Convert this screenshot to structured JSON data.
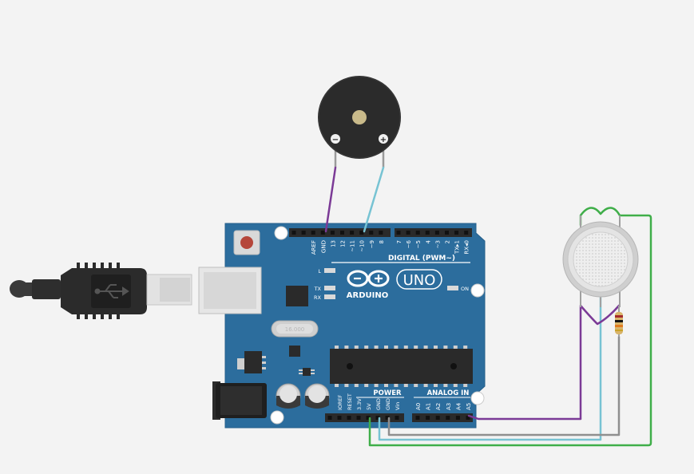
{
  "board": {
    "brand": "ARDUINO",
    "model": "UNO",
    "digital_label": "DIGITAL (PWM~)",
    "power_label": "POWER",
    "analog_label": "ANALOG IN",
    "on_label": "ON",
    "l_label": "L",
    "tx_label": "TX",
    "rx_label": "RX",
    "crystal_label": "16.000",
    "digital_pins": [
      "AREF",
      "GND",
      "13",
      "12",
      "~11",
      "~10",
      "~9",
      "8",
      "7",
      "~6",
      "~5",
      "4",
      "~3",
      "2",
      "TX▸1",
      "RX◂0"
    ],
    "power_pins": [
      "IOREF",
      "RESET",
      "3.3V",
      "5V",
      "GND",
      "GND",
      "Vin"
    ],
    "analog_pins": [
      "A0",
      "A1",
      "A2",
      "A3",
      "A4",
      "A5"
    ]
  },
  "buzzer": {
    "minus": "−",
    "plus": "+"
  },
  "colors": {
    "background": "#f3f3f3",
    "board": "#2c6d9d",
    "wire_purple": "#7b3a96",
    "wire_cyan": "#77c3d3",
    "wire_green": "#3fae49",
    "wire_gray": "#8f8f8f"
  },
  "icons": [
    "usb-icon",
    "arduino-logo-icon"
  ]
}
